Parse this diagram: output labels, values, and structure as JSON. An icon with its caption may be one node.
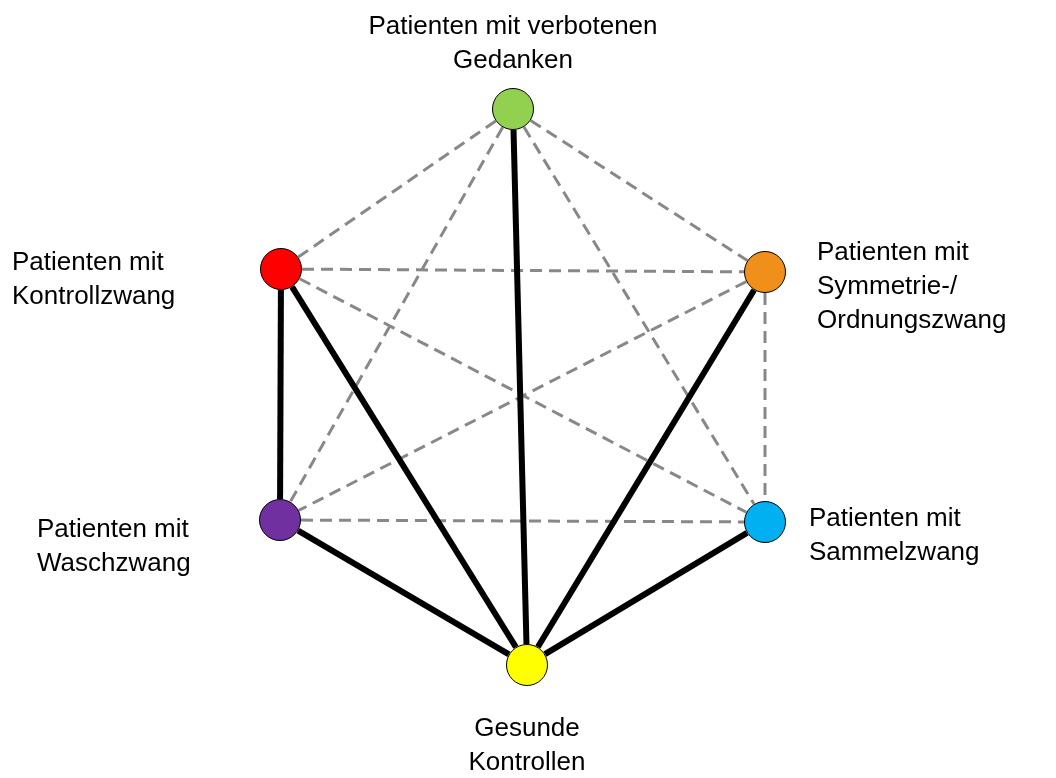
{
  "diagram": {
    "nodes": [
      {
        "text": [],
        "shape": "circle",
        "beside": [
          "Patienten mit verbotenen Gedanken"
        ]
      },
      {
        "text": [],
        "shape": "circle",
        "beside": [
          "Patienten mit Kontrollzwang"
        ]
      },
      {
        "text": [],
        "shape": "circle",
        "beside": [
          "Patienten mit Symmetrie-/ Ordnungszwang"
        ]
      },
      {
        "text": [],
        "shape": "circle",
        "beside": [
          "Patienten mit Waschzwang"
        ]
      },
      {
        "text": [],
        "shape": "circle",
        "beside": [
          "Patienten mit Sammelzwang"
        ]
      },
      {
        "text": [],
        "shape": "circle",
        "beside": [
          "Gesunde Kontrollen"
        ]
      }
    ],
    "edges": [
      {
        "from": 0,
        "to": 1,
        "arrow": "none",
        "style": "dashed"
      },
      {
        "from": 0,
        "to": 2,
        "arrow": "none",
        "style": "dashed"
      },
      {
        "from": 0,
        "to": 3,
        "arrow": "none",
        "style": "dashed"
      },
      {
        "from": 0,
        "to": 4,
        "arrow": "none",
        "style": "dashed"
      },
      {
        "from": 1,
        "to": 2,
        "arrow": "none",
        "style": "dashed"
      },
      {
        "from": 1,
        "to": 4,
        "arrow": "none",
        "style": "dashed"
      },
      {
        "from": 2,
        "to": 3,
        "arrow": "none",
        "style": "dashed"
      },
      {
        "from": 2,
        "to": 4,
        "arrow": "none",
        "style": "dashed"
      },
      {
        "from": 3,
        "to": 4,
        "arrow": "none",
        "style": "dashed"
      },
      {
        "from": 1,
        "to": 3,
        "arrow": "none",
        "style": "thick",
        "color": "#000000"
      },
      {
        "from": 1,
        "to": 5,
        "arrow": "none",
        "style": "thick",
        "color": "#000000"
      },
      {
        "from": 0,
        "to": 5,
        "arrow": "none",
        "style": "thick",
        "color": "#000000"
      },
      {
        "from": 2,
        "to": 5,
        "arrow": "none",
        "style": "thick",
        "color": "#000000"
      },
      {
        "from": 3,
        "to": 5,
        "arrow": "none",
        "style": "thick",
        "color": "#000000"
      },
      {
        "from": 4,
        "to": 5,
        "arrow": "none",
        "style": "thick",
        "color": "#000000"
      }
    ]
  }
}
